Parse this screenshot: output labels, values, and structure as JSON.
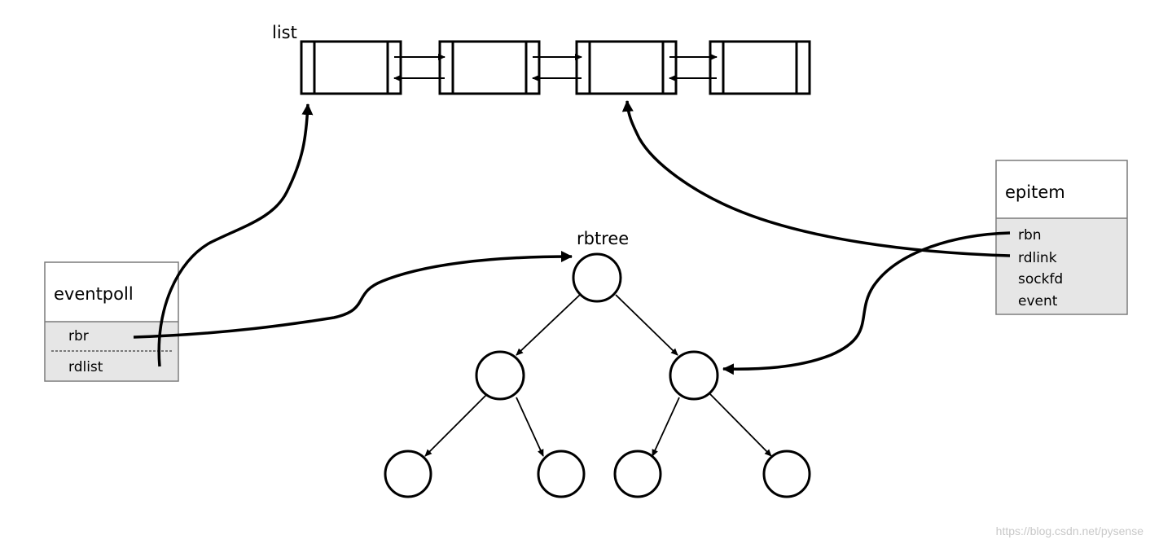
{
  "labels": {
    "list": "list",
    "rbtree": "rbtree",
    "eventpoll_title": "eventpoll",
    "eventpoll_fields": [
      "rbr",
      "rdlist"
    ],
    "epitem_title": "epitem",
    "epitem_fields": [
      "rbn",
      "rdlink",
      "sockfd",
      "event"
    ]
  },
  "watermark": "https://blog.csdn.net/pysense"
}
